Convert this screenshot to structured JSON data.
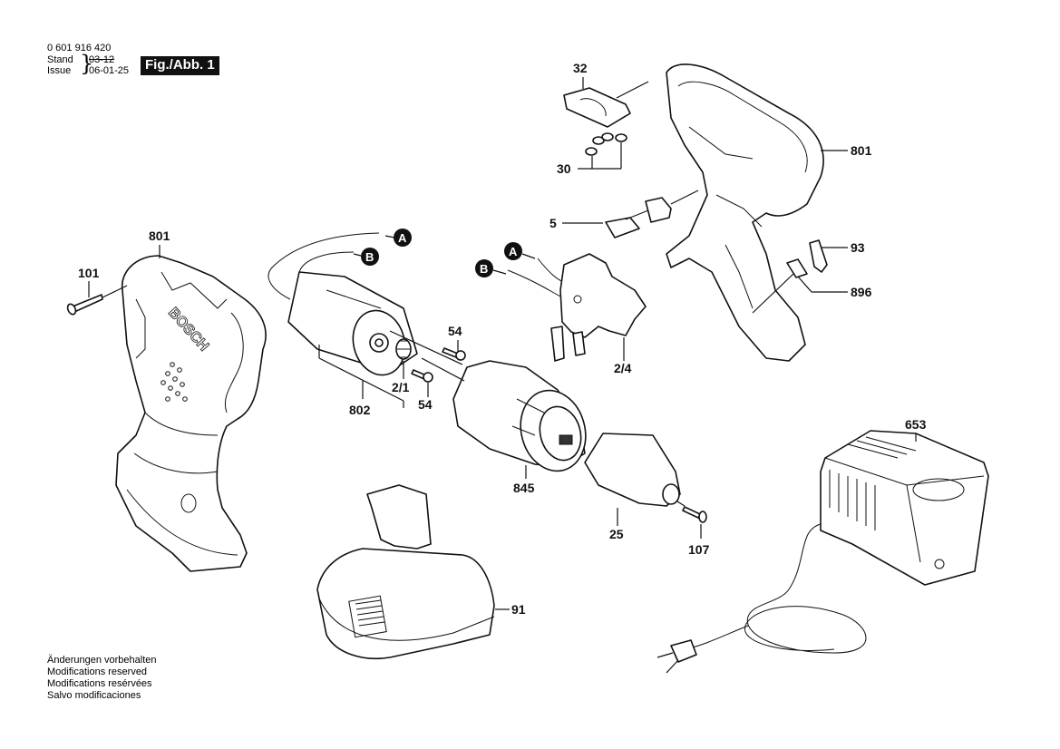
{
  "header": {
    "document_number": "0 601 916 420",
    "stand_label": "Stand",
    "issue_label": "Issue",
    "revision_old": "03-12",
    "revision_new": "06-01-25",
    "figure_label": "Fig./Abb. 1"
  },
  "notes": [
    "Änderungen vorbehalten",
    "Modifications reserved",
    "Modifications resérvées",
    "Salvo modificaciones"
  ],
  "callouts": {
    "housing_left": "801",
    "screw_housing": "101",
    "motor": "802",
    "pinion": "2/1",
    "screw_motor_top": "54",
    "screw_motor_bottom": "54",
    "switch": "2/4",
    "gearbox": "845",
    "chuck": "25",
    "screw_chuck": "107",
    "battery": "91",
    "charger": "653",
    "cover_plate": "32",
    "spring": "30",
    "direction_slider": "5",
    "housing_right": "801",
    "screwdriver_bit": "93",
    "bit_holder": "896"
  },
  "connectors": {
    "motor_a": "A",
    "motor_b": "B",
    "switch_a": "A",
    "switch_b": "B"
  },
  "branding": {
    "housing_logo": "BOSCH"
  }
}
